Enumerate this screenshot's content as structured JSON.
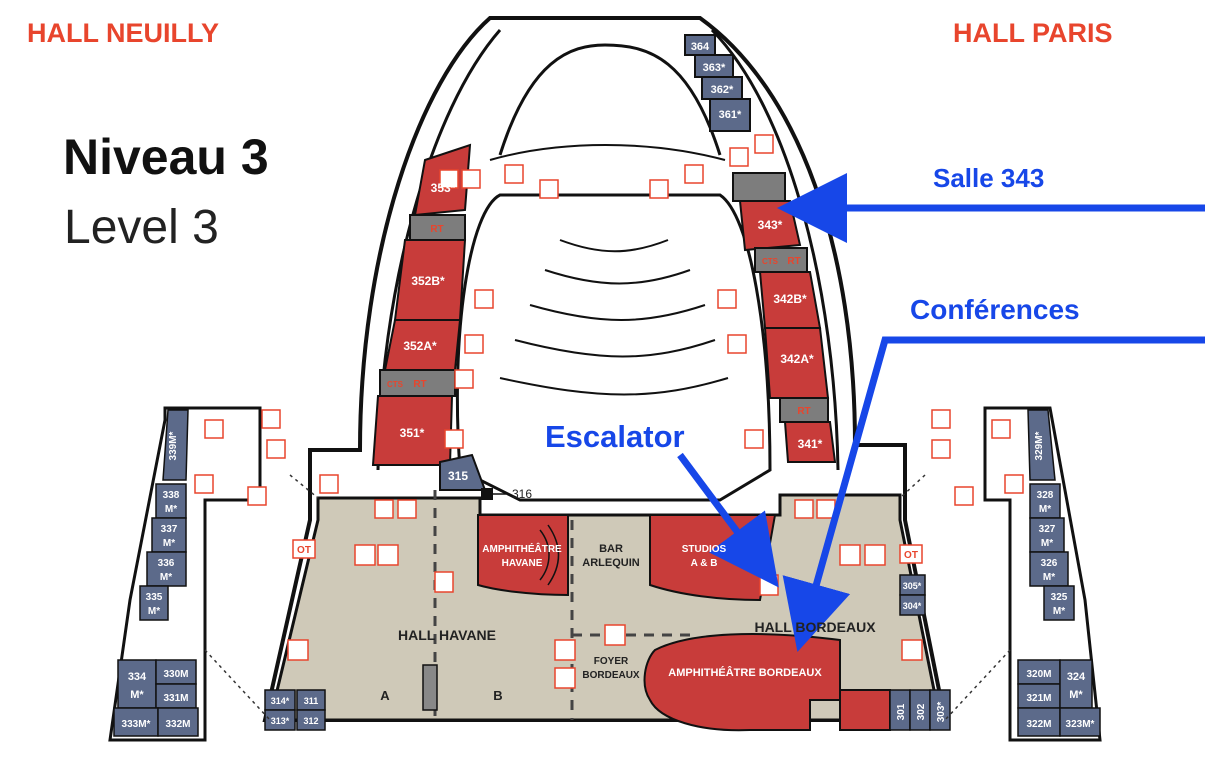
{
  "header": {
    "hall_left": "HALL NEUILLY",
    "hall_right": "HALL PARIS"
  },
  "level": {
    "title": "Niveau 3",
    "subtitle": "Level 3"
  },
  "annotations": {
    "salle": "Salle 343",
    "conferences": "Conférences",
    "escalator": "Escalator"
  },
  "colors": {
    "room_red": "#c83c3a",
    "service_gray": "#7d7d7d",
    "meeting_blue": "#5c6a8a",
    "hall_floor": "#cfc9b8",
    "accent_label": "#e8452d",
    "arrow_blue": "#1747e8"
  },
  "rooms": {
    "r364": "364",
    "r363": "363*",
    "r362": "362*",
    "r361": "361*",
    "r353": "353*",
    "r352b": "352B*",
    "r352a": "352A*",
    "r351": "351*",
    "r343": "343*",
    "r342b": "342B*",
    "r342a": "342A*",
    "r341": "341*",
    "r315": "315",
    "r316": "316",
    "r339m": "339M*",
    "r338": "338",
    "r338m": "M*",
    "r337": "337",
    "r337m": "M*",
    "r336": "336",
    "r336m": "M*",
    "r335": "335",
    "r335m": "M*",
    "r334": "334",
    "r334m": "M*",
    "r330m": "330M",
    "r331m": "331M",
    "r333m": "333M*",
    "r332m": "332M",
    "r314": "314*",
    "r313": "313*",
    "r311": "311",
    "r312": "312",
    "r329m": "329M*",
    "r328": "328",
    "r328m": "M*",
    "r327": "327",
    "r327m": "M*",
    "r326": "326",
    "r326m": "M*",
    "r325": "325",
    "r325m": "M*",
    "r305": "305*",
    "r304": "304*",
    "r320m": "320M",
    "r321m": "321M",
    "r324": "324",
    "r324m": "M*",
    "r322m": "322M",
    "r323m": "323M*",
    "r301": "301",
    "r302": "302",
    "r303": "303*"
  },
  "areas": {
    "amphi_havane_1": "AMPHITHÉÂTRE",
    "amphi_havane_2": "HAVANE",
    "bar_1": "BAR",
    "bar_2": "ARLEQUIN",
    "studios_1": "STUDIOS",
    "studios_2": "A & B",
    "hall_havane": "HALL HAVANE",
    "hall_bordeaux": "HALL BORDEAUX",
    "zone_a": "A",
    "zone_b": "B",
    "foyer_1": "FOYER",
    "foyer_2": "BORDEAUX",
    "amphi_bordeaux": "AMPHITHÉÂTRE BORDEAUX"
  },
  "services": {
    "rt": "RT",
    "cts": "CTS",
    "ot": "OT"
  }
}
